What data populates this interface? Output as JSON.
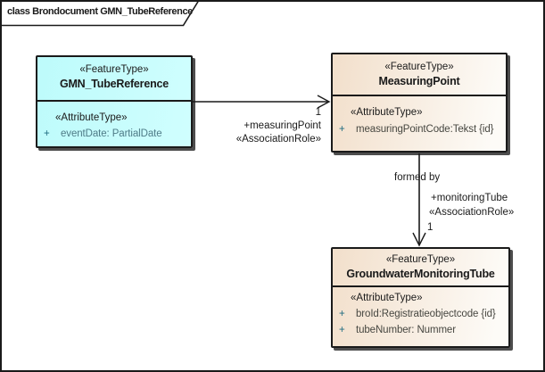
{
  "diagram": {
    "title": "class Brondocument GMN_TubeReference"
  },
  "classes": {
    "gmn_tube_reference": {
      "stereotype": "«FeatureType»",
      "name": "GMN_TubeReference",
      "attribute_stereotype": "«AttributeType»",
      "attributes": [
        {
          "visibility": "+",
          "text": "eventDate: PartialDate"
        }
      ]
    },
    "measuring_point": {
      "stereotype": "«FeatureType»",
      "name": "MeasuringPoint",
      "attribute_stereotype": "«AttributeType»",
      "attributes": [
        {
          "visibility": "+",
          "text": "measuringPointCode:Tekst {id}"
        }
      ]
    },
    "groundwater_monitoring_tube": {
      "stereotype": "«FeatureType»",
      "name": "GroundwaterMonitoringTube",
      "attribute_stereotype": "«AttributeType»",
      "attributes": [
        {
          "visibility": "+",
          "text": "broId:Registratieobjectcode {id}"
        },
        {
          "visibility": "+",
          "text": "tubeNumber: Nummer"
        }
      ]
    }
  },
  "connectors": {
    "to_measuring_point": {
      "multiplicity": "1",
      "role": "+measuringPoint",
      "stereotype": "«AssociationRole»"
    },
    "to_monitoring_tube": {
      "name": "formed by",
      "role": "+monitoringTube",
      "stereotype": "«AssociationRole»",
      "multiplicity": "1"
    }
  },
  "colors": {
    "feature_highlight_fill": "#C5FCFC",
    "feature_fill_dark": "#F2DFCB",
    "feature_fill_light": "#FDFBF7",
    "box_border": "#1A1A1A",
    "shadow": "#4D4D4D",
    "attribute_text_cyan": "#4E7B87",
    "attribute_text_tan": "#474741",
    "visibility_marker": "#1E6B80"
  }
}
